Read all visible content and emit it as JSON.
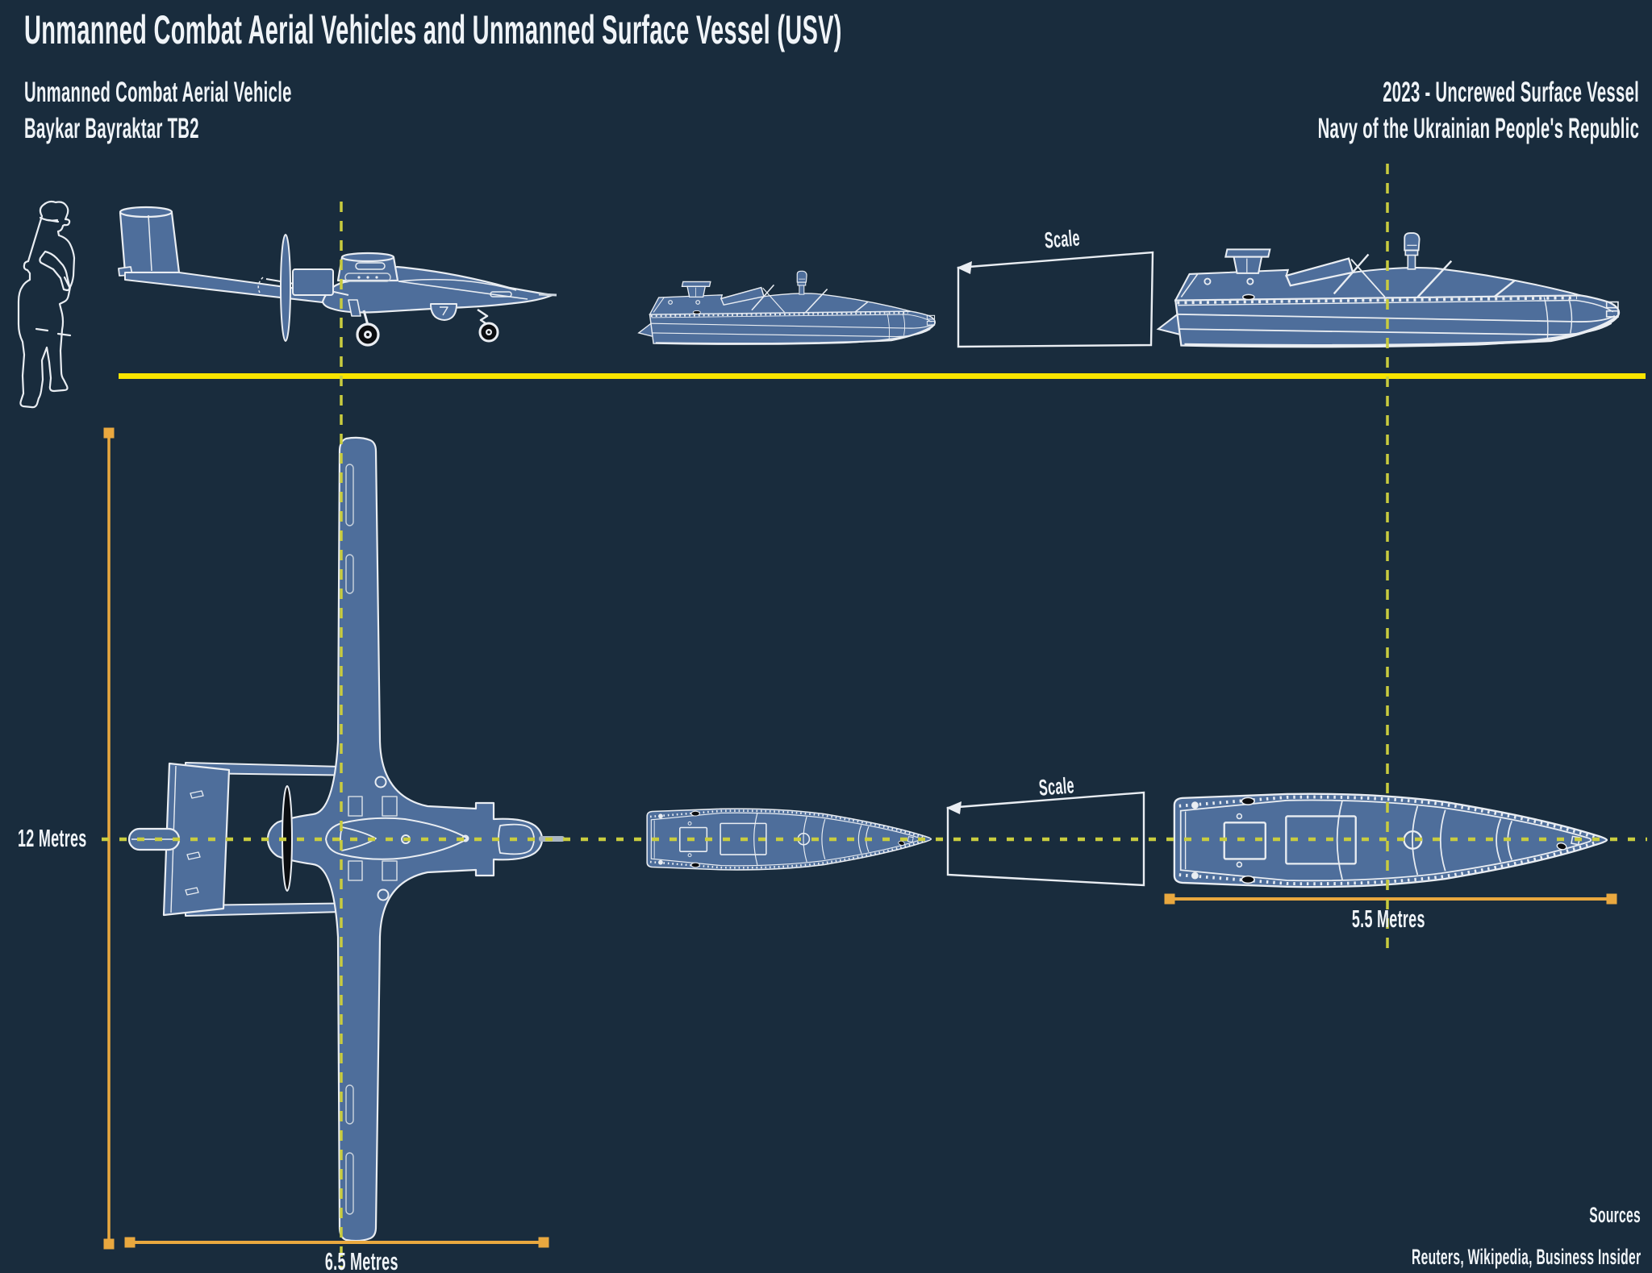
{
  "title": "Unmanned Combat Aerial Vehicles and Unmanned Surface Vessel (USV)",
  "uav": {
    "heading_line1": "Unmanned Combat Aerial Vehicle",
    "heading_line2": "Baykar Bayraktar TB2",
    "wingspan_label": "12 Metres",
    "length_label": "6.5 Metres"
  },
  "usv": {
    "heading_line1": "2023 - Uncrewed Surface Vessel",
    "heading_line2": "Navy of the Ukrainian People's Republic",
    "length_label": "5.5 Metres"
  },
  "scale_boxes": {
    "side_label": "Scale",
    "top_label": "Scale"
  },
  "sources": {
    "heading": "Sources",
    "credits": "Reuters, Wikipedia, Business Insider"
  },
  "measurements": {
    "uav_wingspan_metres": 12,
    "uav_length_metres": 6.5,
    "usv_length_metres": 5.5
  },
  "colors": {
    "background": "#192c3d",
    "illustration_fill": "#4e6e9b",
    "illustration_outline": "#e9edf2",
    "ground_line": "#f8e400",
    "dimension_line": "#e9a83f",
    "centerline": "#c9cc3f",
    "text": "#f0f4f8"
  }
}
